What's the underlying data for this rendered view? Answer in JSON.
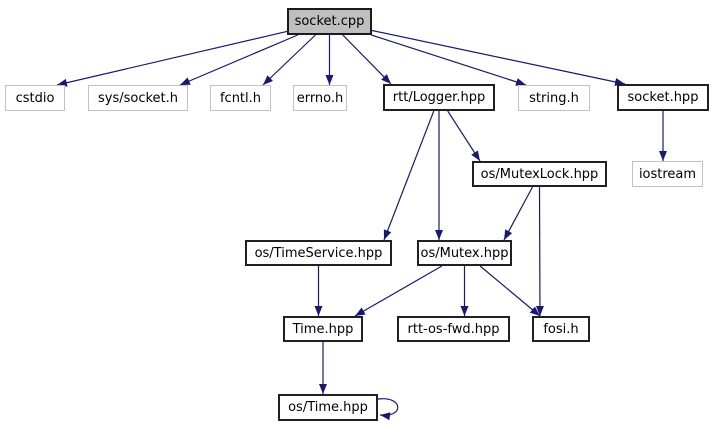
{
  "diagram": {
    "type": "include-dependency-graph",
    "root_file": "socket.cpp",
    "colors": {
      "edge": "#191970",
      "main_node_fill": "#bfbfbf",
      "node_fill": "#ffffff",
      "linked_border": "#202020",
      "plain_border": "#c2c2c2",
      "text": "#000000"
    },
    "nodes": [
      {
        "id": "socket_cpp",
        "label": "socket.cpp",
        "kind": "main"
      },
      {
        "id": "cstdio",
        "label": "cstdio",
        "kind": "plain"
      },
      {
        "id": "sys_socket_h",
        "label": "sys/socket.h",
        "kind": "plain"
      },
      {
        "id": "fcntl_h",
        "label": "fcntl.h",
        "kind": "plain"
      },
      {
        "id": "errno_h",
        "label": "errno.h",
        "kind": "plain"
      },
      {
        "id": "rtt_logger_hpp",
        "label": "rtt/Logger.hpp",
        "kind": "linked"
      },
      {
        "id": "string_h",
        "label": "string.h",
        "kind": "plain"
      },
      {
        "id": "socket_hpp",
        "label": "socket.hpp",
        "kind": "linked"
      },
      {
        "id": "os_mutexlock_hpp",
        "label": "os/MutexLock.hpp",
        "kind": "linked"
      },
      {
        "id": "iostream",
        "label": "iostream",
        "kind": "plain"
      },
      {
        "id": "os_timeservice_hpp",
        "label": "os/TimeService.hpp",
        "kind": "linked"
      },
      {
        "id": "os_mutex_hpp",
        "label": "os/Mutex.hpp",
        "kind": "linked"
      },
      {
        "id": "time_hpp",
        "label": "Time.hpp",
        "kind": "linked"
      },
      {
        "id": "rtt_os_fwd_hpp",
        "label": "rtt-os-fwd.hpp",
        "kind": "linked"
      },
      {
        "id": "fosi_h",
        "label": "fosi.h",
        "kind": "linked"
      },
      {
        "id": "os_time_hpp",
        "label": "os/Time.hpp",
        "kind": "linked"
      }
    ],
    "edges": [
      {
        "from": "socket_cpp",
        "to": "cstdio"
      },
      {
        "from": "socket_cpp",
        "to": "sys_socket_h"
      },
      {
        "from": "socket_cpp",
        "to": "fcntl_h"
      },
      {
        "from": "socket_cpp",
        "to": "errno_h"
      },
      {
        "from": "socket_cpp",
        "to": "rtt_logger_hpp"
      },
      {
        "from": "socket_cpp",
        "to": "string_h"
      },
      {
        "from": "socket_cpp",
        "to": "socket_hpp"
      },
      {
        "from": "socket_hpp",
        "to": "iostream"
      },
      {
        "from": "rtt_logger_hpp",
        "to": "os_timeservice_hpp"
      },
      {
        "from": "rtt_logger_hpp",
        "to": "os_mutex_hpp"
      },
      {
        "from": "rtt_logger_hpp",
        "to": "os_mutexlock_hpp"
      },
      {
        "from": "os_mutexlock_hpp",
        "to": "os_mutex_hpp"
      },
      {
        "from": "os_mutexlock_hpp",
        "to": "fosi_h"
      },
      {
        "from": "os_timeservice_hpp",
        "to": "time_hpp"
      },
      {
        "from": "os_mutex_hpp",
        "to": "time_hpp"
      },
      {
        "from": "os_mutex_hpp",
        "to": "rtt_os_fwd_hpp"
      },
      {
        "from": "os_mutex_hpp",
        "to": "fosi_h"
      },
      {
        "from": "time_hpp",
        "to": "os_time_hpp"
      },
      {
        "from": "os_time_hpp",
        "to": "os_time_hpp"
      }
    ]
  }
}
